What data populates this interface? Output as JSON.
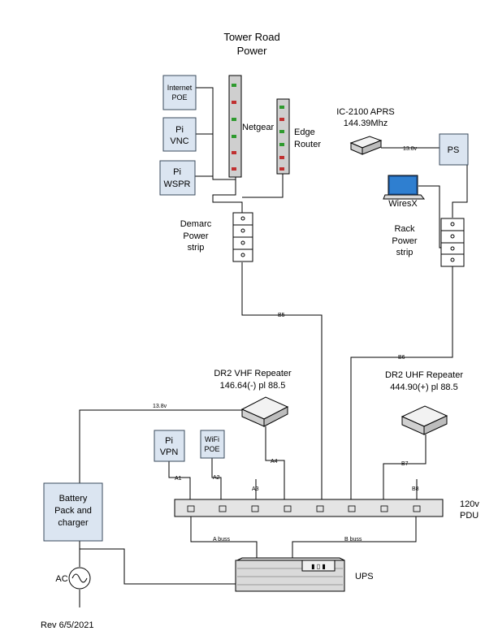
{
  "title": [
    "Tower Road",
    "Power"
  ],
  "boxes": {
    "internet_poe": [
      "Internet",
      "POE"
    ],
    "pi_vnc": [
      "Pi",
      "VNC"
    ],
    "pi_wspr": [
      "Pi",
      "WSPR"
    ],
    "ps": "PS",
    "pi_vpn": [
      "Pi",
      "VPN"
    ],
    "wifi_poe": [
      "WiFi",
      "POE"
    ],
    "battery": [
      "Battery",
      "Pack and",
      "charger"
    ]
  },
  "devices": {
    "netgear": "Netgear",
    "edge_router": [
      "Edge",
      "Router"
    ],
    "ic2100": [
      "IC-2100 APRS",
      "144.39Mhz"
    ],
    "wiresx": "WiresX",
    "demarc": [
      "Demarc",
      "Power",
      "strip"
    ],
    "rack": [
      "Rack",
      "Power",
      "strip"
    ],
    "vhf": [
      "DR2 VHF Repeater",
      "146.64(-) pl 88.5"
    ],
    "uhf": [
      "DR2 UHF Repeater",
      "444.90(+) pl 88.5"
    ],
    "pdu": [
      "120v",
      "PDU"
    ],
    "ups": "UPS",
    "ac": "AC"
  },
  "wire_labels": {
    "v13_8_top": "13.8v",
    "v13_8_left": "13.8v",
    "b5": "B5",
    "b6": "B6",
    "a1": "A1",
    "a2": "A2",
    "a3": "A3",
    "a4": "A4",
    "b7": "B7",
    "b8": "B8",
    "a_buss": "A buss",
    "b_buss": "B buss"
  },
  "revision": "Rev 6/5/2021"
}
